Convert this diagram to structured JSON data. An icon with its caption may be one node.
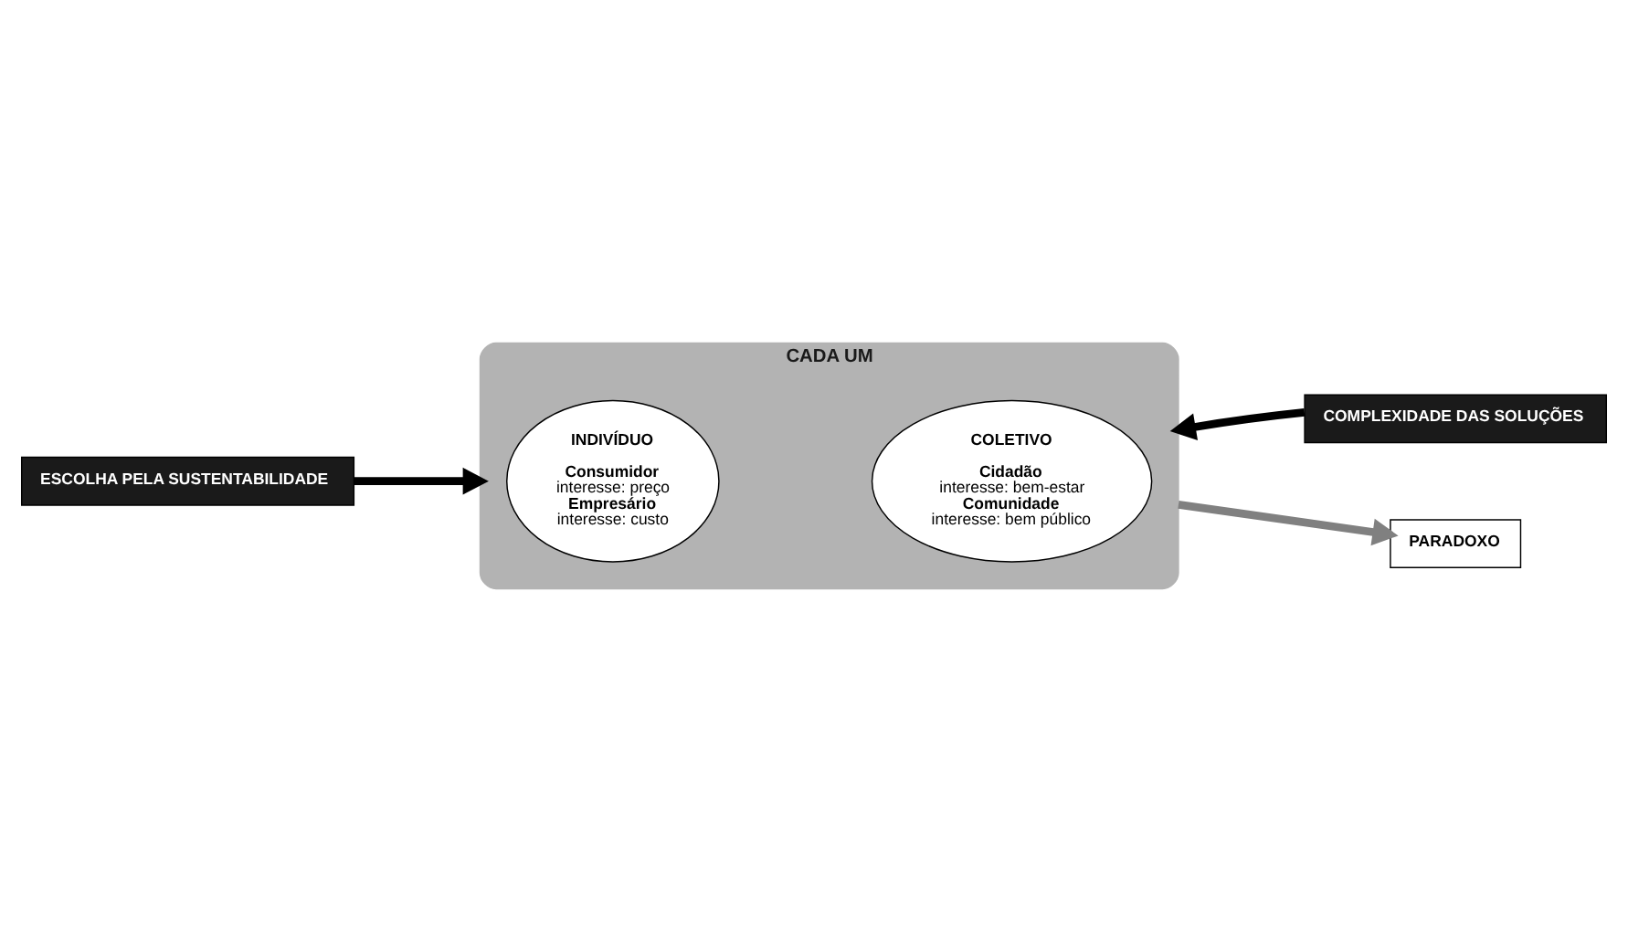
{
  "diagram": {
    "nodes": [
      {
        "text": [
          "ESCOLHA PELA SUSTENTABILIDADE"
        ]
      },
      {
        "text": [
          "CADA UM"
        ]
      },
      {
        "text": [
          "INDIVÍDUO",
          "Consumidor",
          "interesse: preço",
          "Empresário",
          "interesse: custo"
        ],
        "in": 1
      },
      {
        "text": [
          "COLETIVO",
          "Cidadão",
          "interesse: bem-estar",
          "Comunidade",
          "interesse: bem público"
        ],
        "in": 1
      },
      {
        "text": [
          "COMPLEXIDADE DAS SOLUÇÕES"
        ]
      },
      {
        "text": [
          "PARADOXO"
        ]
      }
    ],
    "edges": [
      {
        "from": 0,
        "to": 1,
        "arrow": "to"
      },
      {
        "from": 4,
        "to": 1,
        "arrow": "to"
      },
      {
        "from": 1,
        "to": 5,
        "arrow": "to",
        "color": "#808080"
      }
    ]
  }
}
